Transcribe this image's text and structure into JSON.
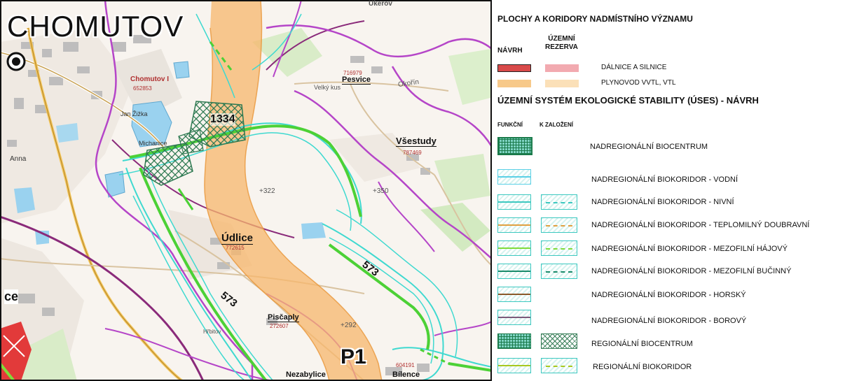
{
  "map": {
    "city_label": "CHOMUTOV",
    "labels": {
      "pesvice": "Pesvice",
      "pesvice_code": "716979",
      "okorin": "Okořín",
      "velky_kus": "Velký kus",
      "chomutov_small": "Chomutov I",
      "chomutov_code": "652853",
      "jan_zizka": "Jan Žižka",
      "michanice": "Michanice",
      "anna": "Anna",
      "vsestudy": "Všestudy",
      "vsestudy_code": "787469",
      "udlice": "Údlice",
      "udlice_code": "772615",
      "piscaply": "Pisčaply",
      "piscaply_code": "272607",
      "bilence_code": "604191",
      "bilence": "Bílence",
      "nezabylice": "Nezabylice",
      "hrbitov": "Hřbitov",
      "ukerov": "Úkerov",
      "ce": "ce",
      "height_322": "+322",
      "height_350": "+350",
      "height_292": "+292",
      "corridor_1334": "1334",
      "corridor_573a": "573",
      "corridor_573b": "573",
      "plan_p1": "P1"
    }
  },
  "legend": {
    "section1_title": "PLOCHY A KORIDORY NADMÍSTNÍHO VÝZNAMU",
    "col_navrh": "NÁVRH",
    "col_rezerva_line1": "ÚZEMNÍ",
    "col_rezerva_line2": "REZERVA",
    "section1_items": [
      {
        "label": "DÁLNICE A SILNICE",
        "color_navrh": "#d94a4a",
        "color_rezerva": "#f2aab0"
      },
      {
        "label": "PLYNOVOD VVTL, VTL",
        "color_navrh": "#f7c98a",
        "color_rezerva": "#fbe0b8"
      }
    ],
    "section2_title": "ÚZEMNÍ SYSTÉM EKOLOGICKÉ STABILITY (ÚSES) - NÁVRH",
    "col_funkcni": "FUNKČNÍ",
    "col_k_zalozeni": "K ZALOŽENÍ",
    "section2_items": [
      {
        "label": "NADREGIONÁLNÍ BIOCENTRUM",
        "line_color": "",
        "has_zalozeni": false
      },
      {
        "label": "NADREGIONÁLNÍ BIOKORIDOR - VODNÍ",
        "line_color": "#5ad0e6",
        "has_zalozeni": false
      },
      {
        "label": "NADREGIONÁLNÍ BIOKORIDOR - NIVNÍ",
        "line_color": "#3cc8c0",
        "has_zalozeni": true
      },
      {
        "label": "NADREGIONÁLNÍ BIOKORIDOR - TEPLOMILNÝ DOUBRAVNÍ",
        "line_color": "#e0a040",
        "has_zalozeni": true
      },
      {
        "label": "NADREGIONÁLNÍ BIOKORIDOR - MEZOFILNÍ HÁJOVÝ",
        "line_color": "#7fdc3a",
        "has_zalozeni": true
      },
      {
        "label": "NADREGIONÁLNÍ BIOKORIDOR - MEZOFILNÍ BUČINNÝ",
        "line_color": "#1a8a6a",
        "has_zalozeni": true
      },
      {
        "label": "NADREGIONÁLNÍ BIOKORIDOR - HORSKÝ",
        "line_color": "#8a5a2a",
        "has_zalozeni": false
      },
      {
        "label": "NADREGIONÁLNÍ BIOKORIDOR - BOROVÝ",
        "line_color": "#7a5a7a",
        "has_zalozeni": false
      },
      {
        "label": "REGIONÁLNÍ BIOCENTRUM",
        "line_color": "",
        "has_zalozeni": true
      },
      {
        "label": "REGIONÁLNÍ BIOKORIDOR",
        "line_color": "#a8c820",
        "has_zalozeni": true
      }
    ]
  }
}
